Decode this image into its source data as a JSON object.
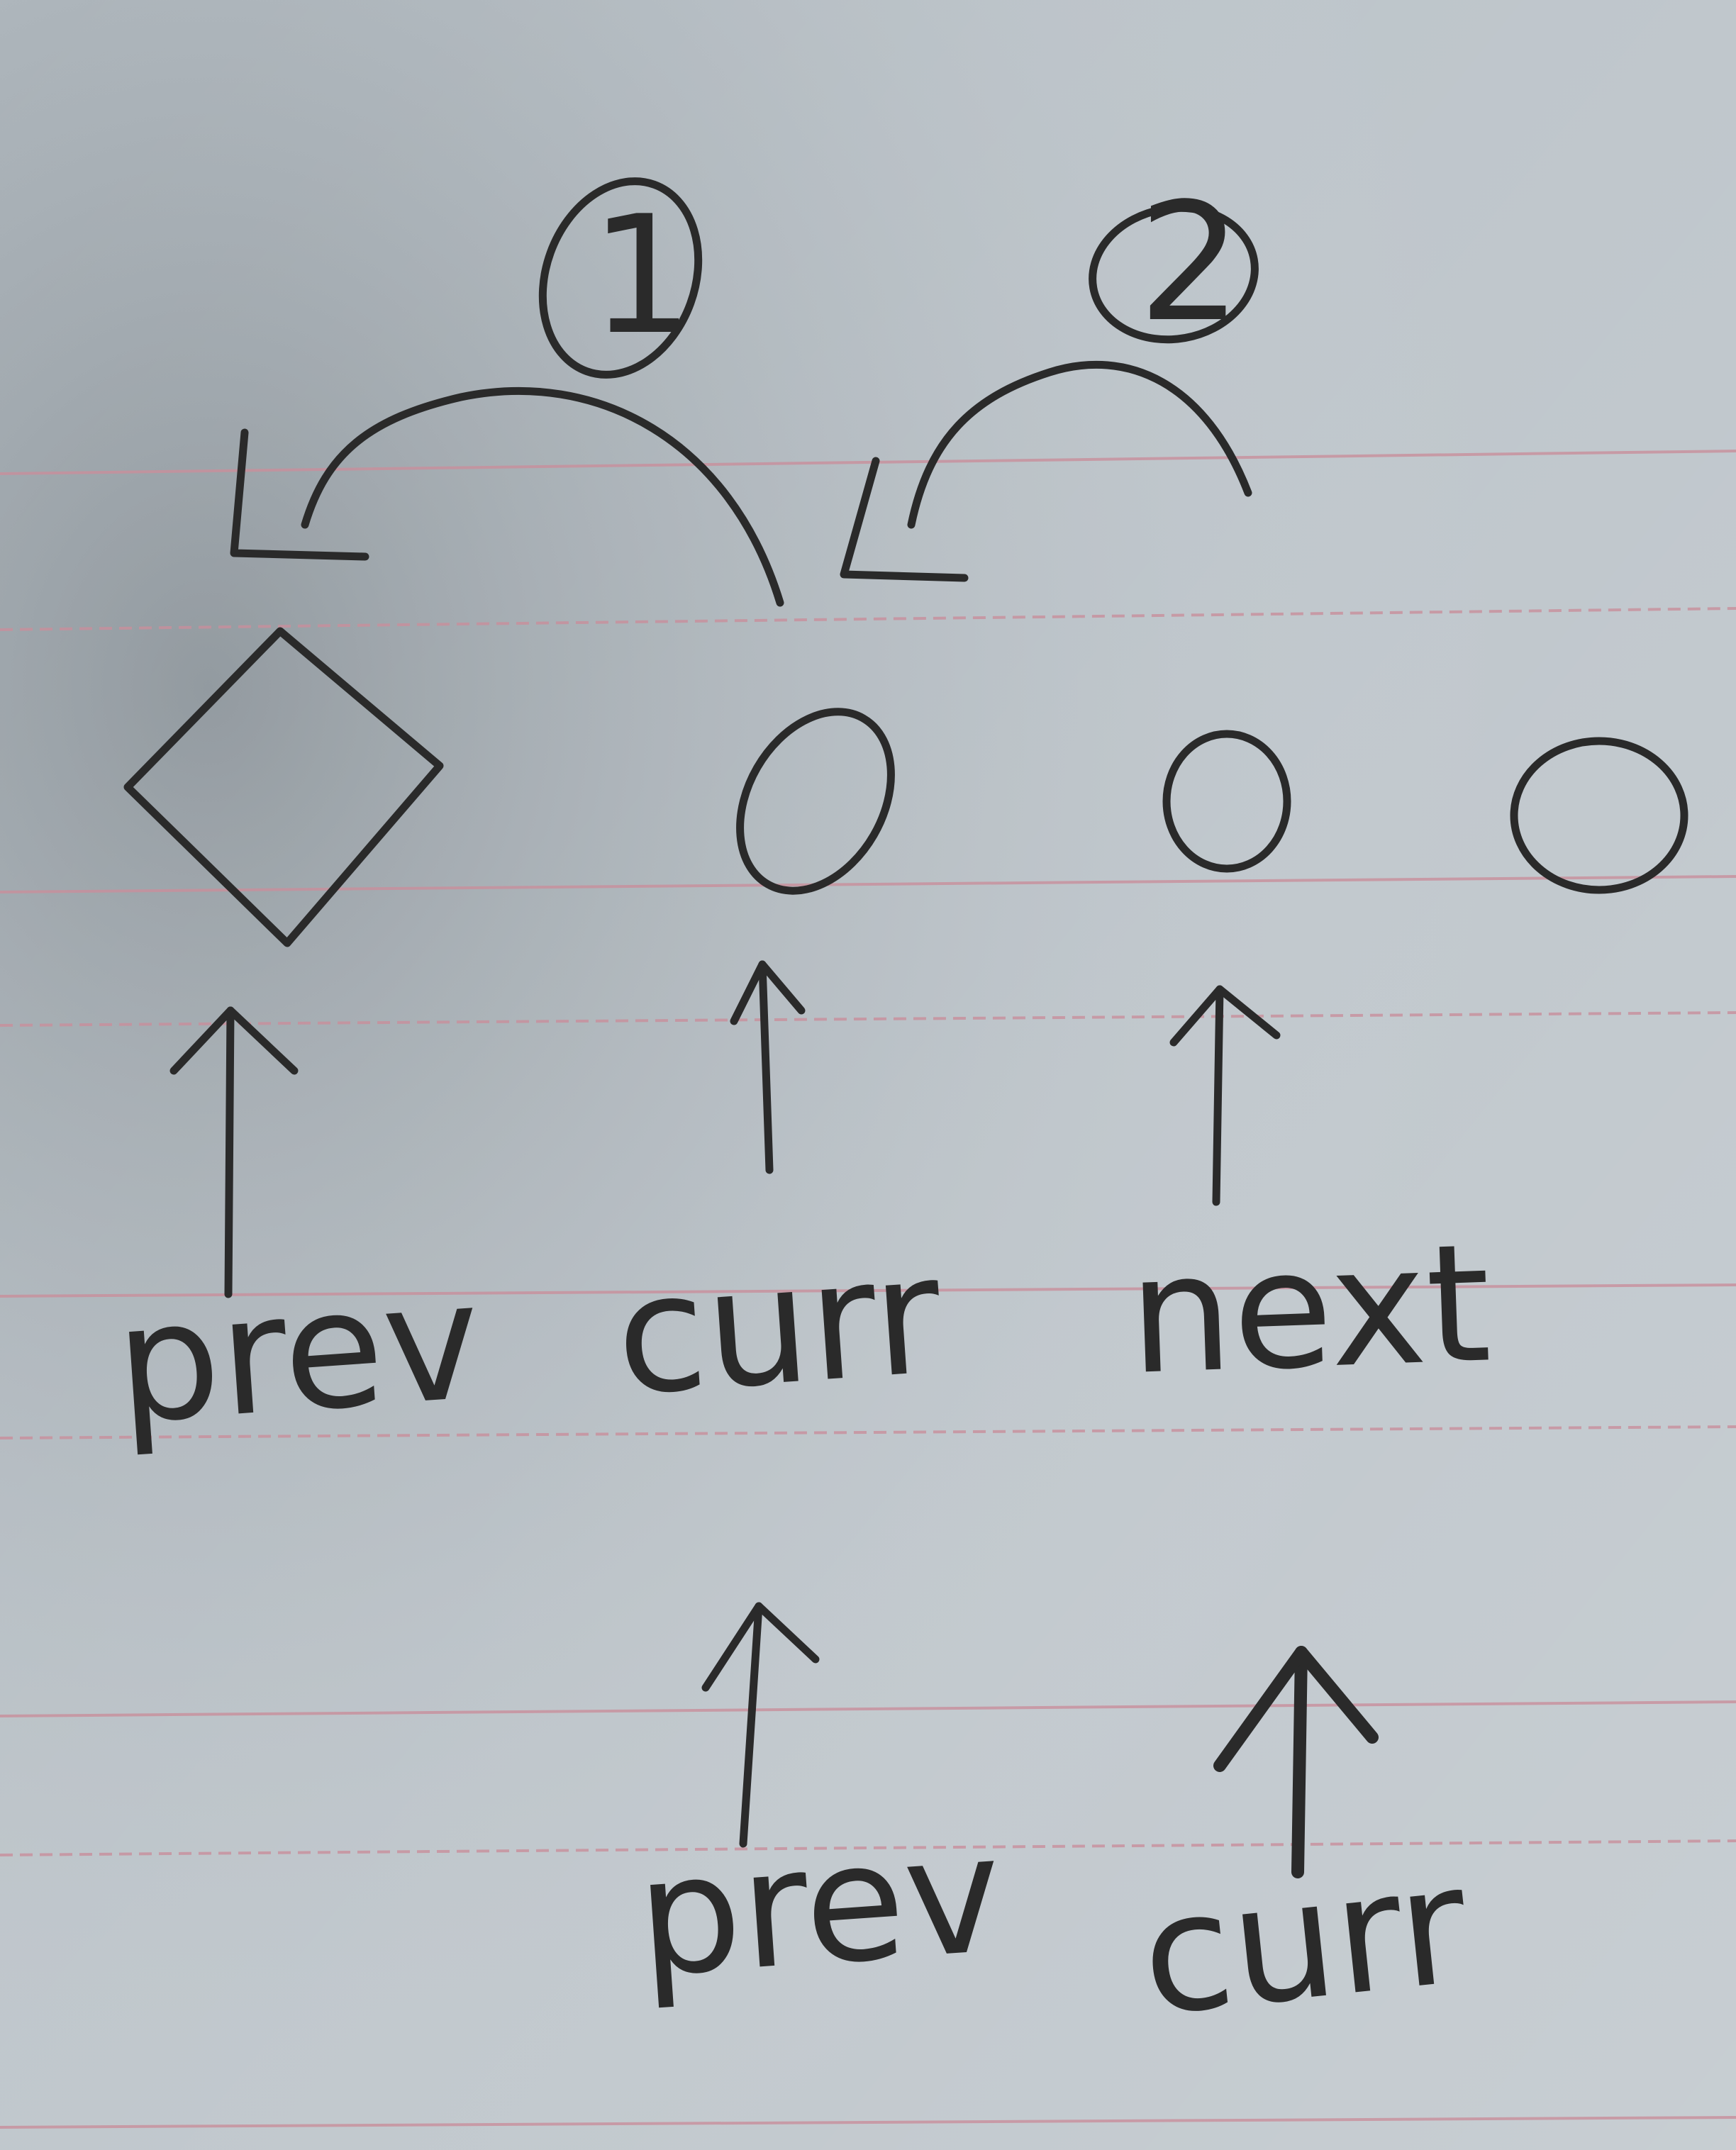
{
  "paper": {
    "background": "#b8c0c6",
    "shadow_color": "#8f979d",
    "rule_color": "#c98f9c",
    "ink_color": "#2a2a2a"
  },
  "step_markers": [
    "1",
    "2"
  ],
  "nodes": [
    {
      "shape": "diamond"
    },
    {
      "shape": "circle"
    },
    {
      "shape": "circle"
    },
    {
      "shape": "circle"
    }
  ],
  "pointer_row_1": {
    "prev": "prev",
    "curr": "curr",
    "next": "next"
  },
  "pointer_row_2": {
    "prev": "prev",
    "curr": "curr"
  }
}
